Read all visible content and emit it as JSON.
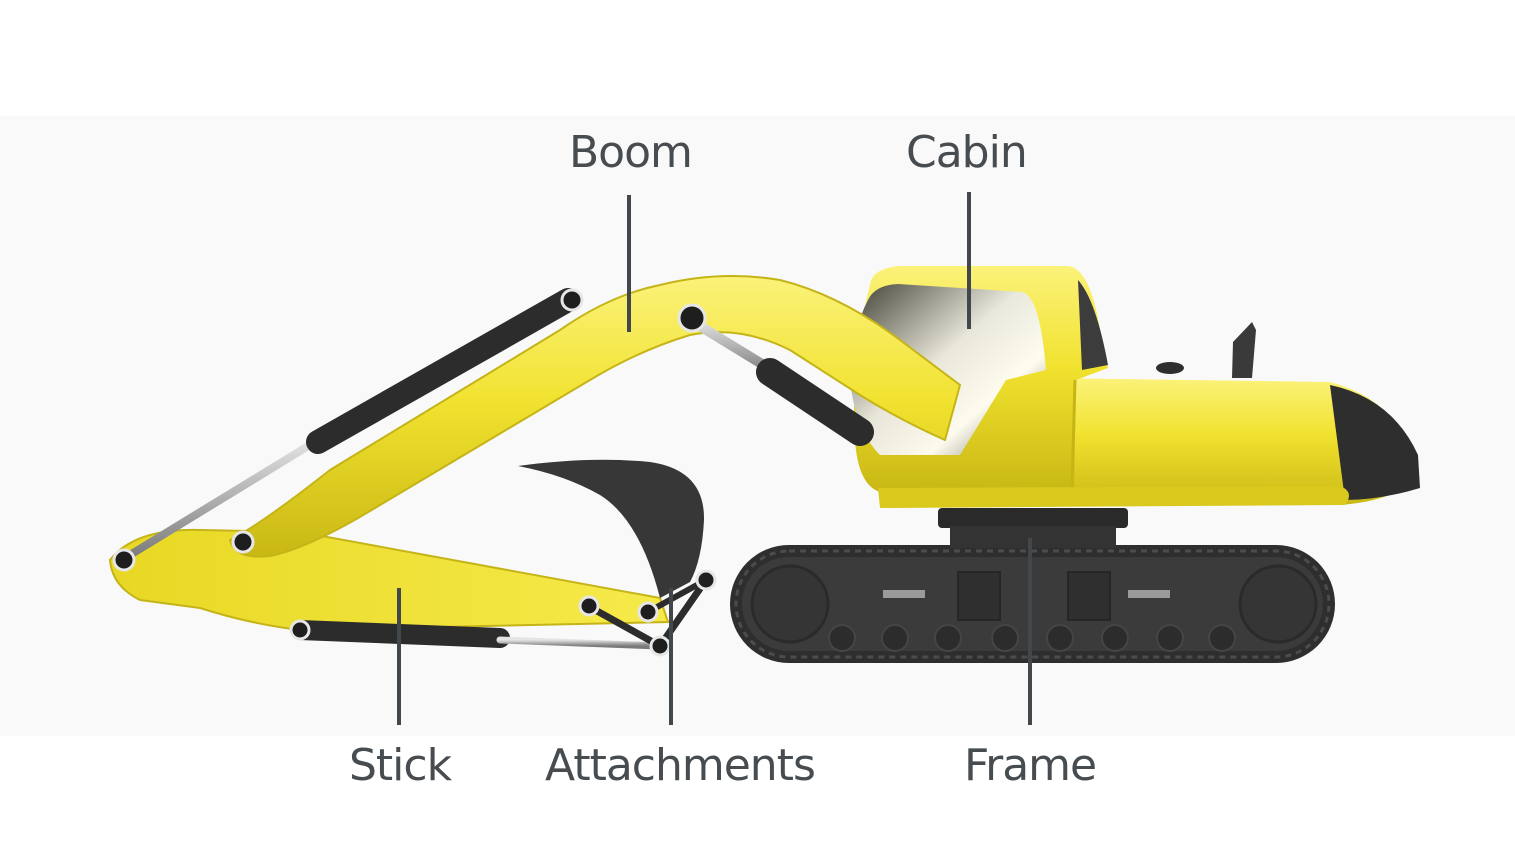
{
  "labels": {
    "boom": "Boom",
    "cabin": "Cabin",
    "stick": "Stick",
    "attachments": "Attachments",
    "frame": "Frame"
  },
  "colors": {
    "body_yellow": "#f2e43a",
    "track_dark": "#3a3a3a",
    "label_text": "#474c50",
    "leader_line": "#41474b"
  }
}
